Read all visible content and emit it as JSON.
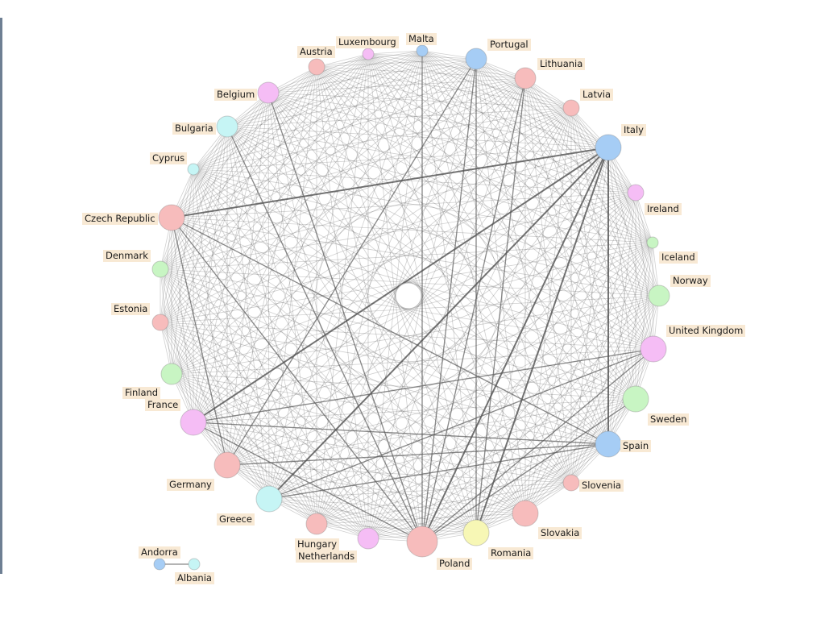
{
  "colors": {
    "blue": "#a6cdf5",
    "pink": "#f7bcbc",
    "magenta": "#f5bdf5",
    "cyan": "#c6f5f5",
    "green": "#c8f5c3",
    "yellow": "#f7f7b5",
    "white": "#ffffff",
    "label_bg": "#f8e8d2",
    "edge": "#555555",
    "border": "#6e7f93"
  },
  "nodes": [
    {
      "id": "malta",
      "label": "Malta",
      "color": "blue",
      "size": 1
    },
    {
      "id": "portugal",
      "label": "Portugal",
      "color": "blue",
      "size": 3
    },
    {
      "id": "lithuania",
      "label": "Lithuania",
      "color": "pink",
      "size": 3
    },
    {
      "id": "latvia",
      "label": "Latvia",
      "color": "pink",
      "size": 2
    },
    {
      "id": "italy",
      "label": "Italy",
      "color": "blue",
      "size": 4
    },
    {
      "id": "ireland",
      "label": "Ireland",
      "color": "magenta",
      "size": 2
    },
    {
      "id": "iceland",
      "label": "Iceland",
      "color": "green",
      "size": 1
    },
    {
      "id": "norway",
      "label": "Norway",
      "color": "green",
      "size": 3
    },
    {
      "id": "united-kingdom",
      "label": "United Kingdom",
      "color": "magenta",
      "size": 4
    },
    {
      "id": "sweden",
      "label": "Sweden",
      "color": "green",
      "size": 4
    },
    {
      "id": "spain",
      "label": "Spain",
      "color": "blue",
      "size": 4
    },
    {
      "id": "slovenia",
      "label": "Slovenia",
      "color": "pink",
      "size": 2
    },
    {
      "id": "slovakia",
      "label": "Slovakia",
      "color": "pink",
      "size": 4
    },
    {
      "id": "romania",
      "label": "Romania",
      "color": "yellow",
      "size": 4
    },
    {
      "id": "poland",
      "label": "Poland",
      "color": "pink",
      "size": 5
    },
    {
      "id": "netherlands",
      "label": "Netherlands",
      "color": "magenta",
      "size": 3
    },
    {
      "id": "hungary",
      "label": "Hungary",
      "color": "pink",
      "size": 3
    },
    {
      "id": "greece",
      "label": "Greece",
      "color": "cyan",
      "size": 4
    },
    {
      "id": "germany",
      "label": "Germany",
      "color": "pink",
      "size": 4
    },
    {
      "id": "france",
      "label": "France",
      "color": "magenta",
      "size": 4
    },
    {
      "id": "finland",
      "label": "Finland",
      "color": "green",
      "size": 3
    },
    {
      "id": "estonia",
      "label": "Estonia",
      "color": "pink",
      "size": 2
    },
    {
      "id": "denmark",
      "label": "Denmark",
      "color": "green",
      "size": 2
    },
    {
      "id": "czech-republic",
      "label": "Czech Republic",
      "color": "pink",
      "size": 4
    },
    {
      "id": "cyprus",
      "label": "Cyprus",
      "color": "cyan",
      "size": 1
    },
    {
      "id": "bulgaria",
      "label": "Bulgaria",
      "color": "cyan",
      "size": 3
    },
    {
      "id": "belgium",
      "label": "Belgium",
      "color": "magenta",
      "size": 3
    },
    {
      "id": "austria",
      "label": "Austria",
      "color": "pink",
      "size": 2
    },
    {
      "id": "luxembourg",
      "label": "Luxembourg",
      "color": "magenta",
      "size": 1
    },
    {
      "id": "center",
      "label": "",
      "color": "white",
      "size": 4
    },
    {
      "id": "andorra",
      "label": "Andorra",
      "color": "blue",
      "size": 1
    },
    {
      "id": "albania",
      "label": "Albania",
      "color": "cyan",
      "size": 1
    }
  ],
  "strong_edges": [
    [
      "italy",
      "poland"
    ],
    [
      "italy",
      "czech-republic"
    ],
    [
      "italy",
      "france"
    ],
    [
      "italy",
      "romania"
    ],
    [
      "italy",
      "greece"
    ],
    [
      "italy",
      "spain"
    ],
    [
      "portugal",
      "poland"
    ],
    [
      "portugal",
      "romania"
    ],
    [
      "portugal",
      "germany"
    ],
    [
      "lithuania",
      "poland"
    ],
    [
      "lithuania",
      "romania"
    ],
    [
      "czech-republic",
      "poland"
    ],
    [
      "czech-republic",
      "spain"
    ],
    [
      "czech-republic",
      "germany"
    ],
    [
      "france",
      "united-kingdom"
    ],
    [
      "france",
      "spain"
    ],
    [
      "france",
      "poland"
    ],
    [
      "belgium",
      "poland"
    ],
    [
      "bulgaria",
      "poland"
    ],
    [
      "malta",
      "poland"
    ],
    [
      "united-kingdom",
      "greece"
    ],
    [
      "united-kingdom",
      "poland"
    ],
    [
      "germany",
      "spain"
    ],
    [
      "greece",
      "spain"
    ],
    [
      "sweden",
      "poland"
    ]
  ],
  "isolated_edges": [
    [
      "andorra",
      "albania"
    ]
  ]
}
